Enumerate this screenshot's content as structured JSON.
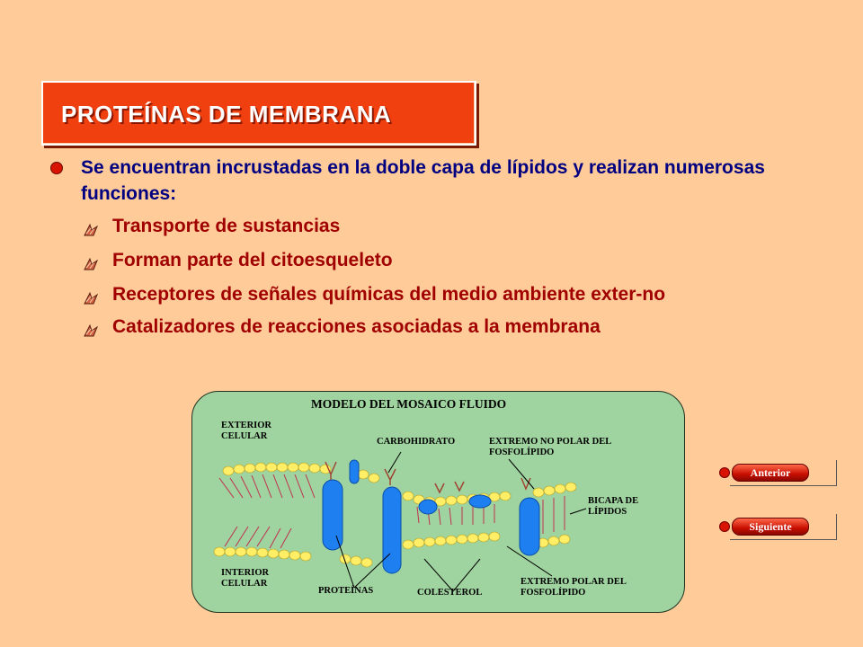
{
  "slide": {
    "title": "PROTEÍNAS DE MEMBRANA",
    "intro": "Se encuentran incrustadas en la doble capa de lípidos y realizan numerosas funciones:",
    "items": [
      {
        "label": "Transporte de sustancias"
      },
      {
        "label": "Forman parte del citoesqueleto"
      },
      {
        "label": "Receptores de señales químicas del medio ambiente exter-no"
      },
      {
        "label": "Catalizadores de reacciones asociadas a la membrana"
      }
    ],
    "bullet_color": "#d81400",
    "title_bg": "#f04010",
    "intro_color": "#000080",
    "item_color": "#a00000"
  },
  "diagram": {
    "title": "MODELO DEL MOSAICO FLUIDO",
    "labels": {
      "exterior": "EXTERIOR\nCELULAR",
      "carbohidrato": "CARBOHIDRATO",
      "extremo_no_polar": "EXTREMO NO POLAR DEL\nFOSFOLÍPIDO",
      "bicapa": "BICAPA DE\nLÍPIDOS",
      "interior": "INTERIOR\nCELULAR",
      "proteinas": "PROTEÍNAS",
      "colesterol": "COLESTEROL",
      "extremo_polar": "EXTREMO POLAR DEL\nFOSFOLÍPIDO"
    },
    "background": "#9fd39f"
  },
  "nav": {
    "anterior": "Anterior",
    "siguiente": "Siguiente"
  }
}
